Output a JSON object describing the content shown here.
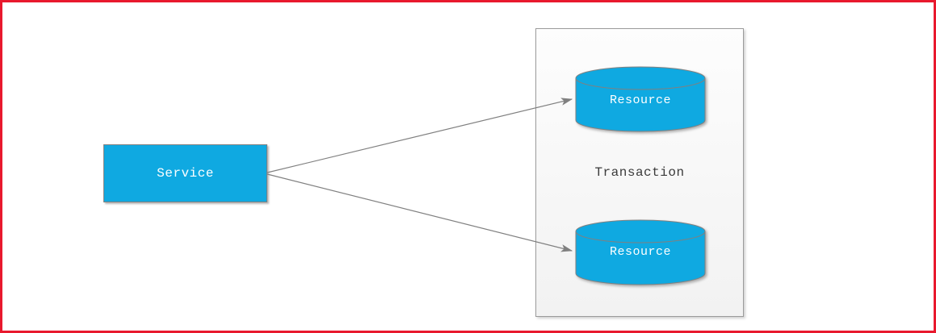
{
  "service": {
    "label": "Service"
  },
  "transaction": {
    "label": "Transaction"
  },
  "resources": [
    {
      "label": "Resource"
    },
    {
      "label": "Resource"
    }
  ],
  "connectors": [
    {
      "from": "service",
      "to": "resource-top",
      "style": "arrow"
    },
    {
      "from": "service",
      "to": "resource-bottom",
      "style": "arrow"
    }
  ],
  "colors": {
    "canvas_border": "#e8192d",
    "node_fill": "#0fa9e1",
    "node_stroke": "#808080",
    "node_text": "#ffffff",
    "connector": "#808080",
    "container_fill_top": "#fdfdfd",
    "container_fill_bottom": "#f2f2f2",
    "container_stroke": "#9b9b9b",
    "container_text": "#3b3b3b"
  }
}
